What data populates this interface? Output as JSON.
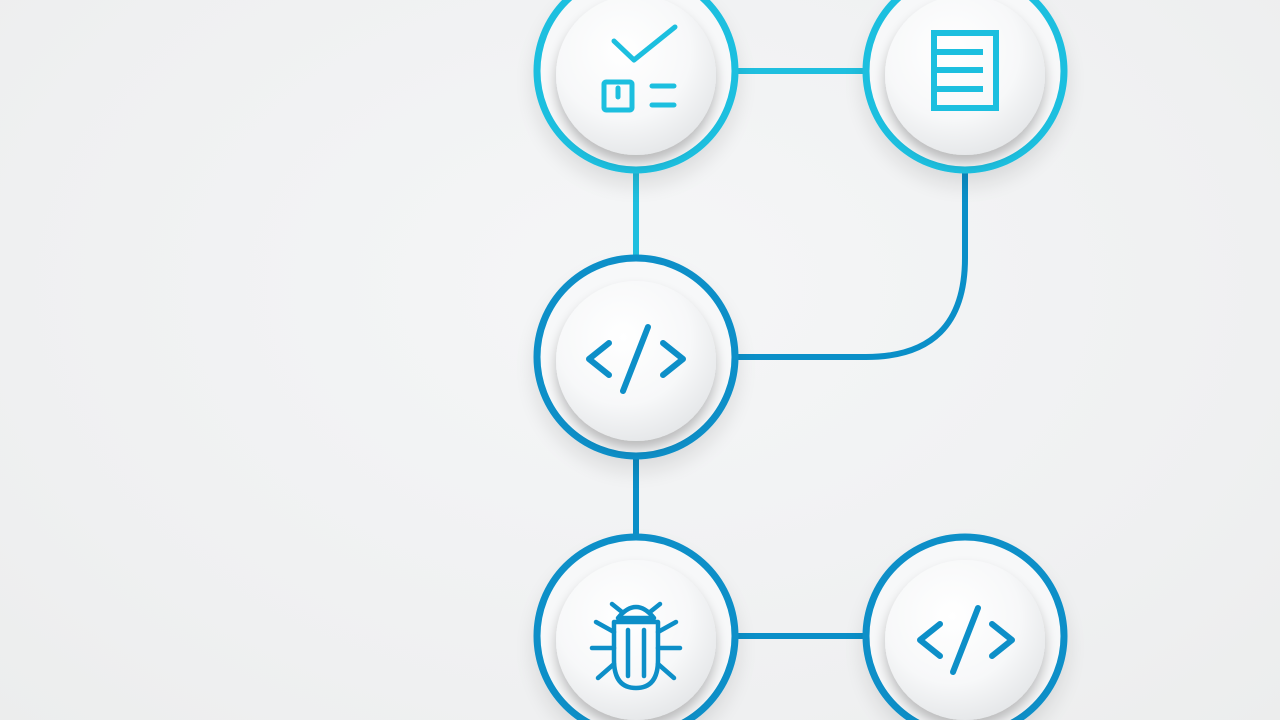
{
  "diagram": {
    "colors": {
      "cyan": "#1fbfdf",
      "blue": "#0a8fc8",
      "face_light": "#ffffff",
      "face_shade": "#e4e6e8",
      "background": "#f1f2f3"
    },
    "nodes": [
      {
        "id": "tasks",
        "icon": "checklist-icon",
        "color": "cyan"
      },
      {
        "id": "document",
        "icon": "document-icon",
        "color": "cyan"
      },
      {
        "id": "code-main",
        "icon": "code-icon",
        "color": "blue"
      },
      {
        "id": "debug",
        "icon": "bug-icon",
        "color": "blue"
      },
      {
        "id": "code-final",
        "icon": "code-icon",
        "color": "blue"
      }
    ],
    "connections": [
      {
        "from": "tasks",
        "to": "document",
        "color": "cyan"
      },
      {
        "from": "tasks",
        "to": "code-main",
        "color": "cyan"
      },
      {
        "from": "document",
        "to": "code-main",
        "color": "blue"
      },
      {
        "from": "code-main",
        "to": "debug",
        "color": "blue"
      },
      {
        "from": "debug",
        "to": "code-final",
        "color": "blue"
      }
    ]
  }
}
